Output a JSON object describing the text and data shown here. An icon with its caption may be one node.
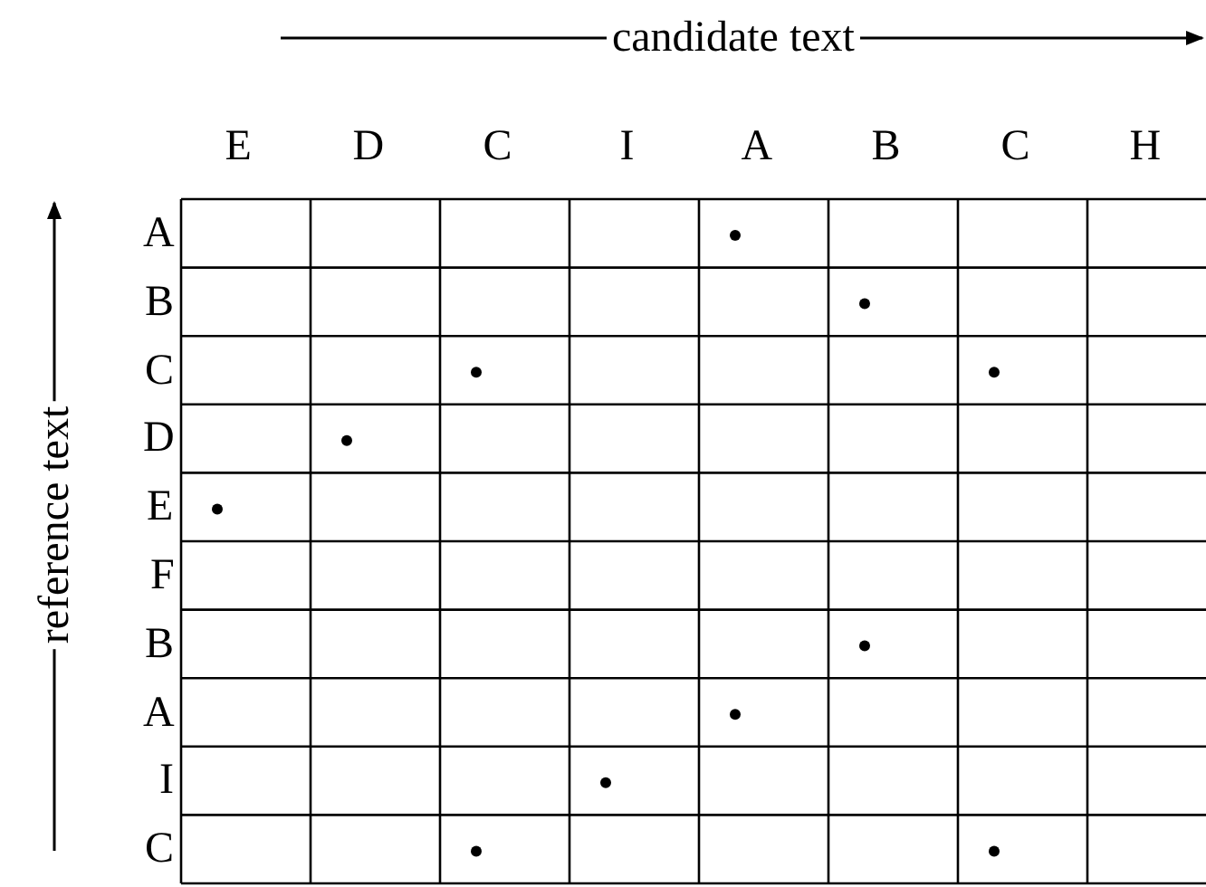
{
  "diagram": {
    "labels": [
      "candidate text",
      "E",
      "D",
      "C",
      "I",
      "A",
      "B",
      "C",
      "H",
      "reference text",
      "A",
      "B",
      "C",
      "D",
      "E",
      "F",
      "B",
      "A",
      "I",
      "C"
    ]
  }
}
